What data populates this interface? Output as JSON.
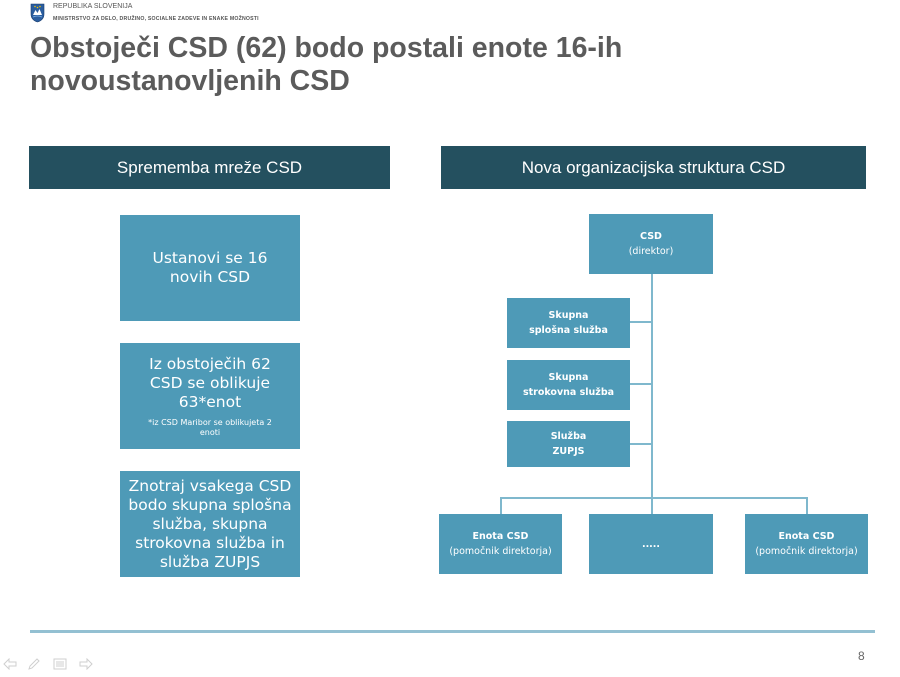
{
  "header": {
    "republic": "REPUBLIKA SLOVENIJA",
    "ministry": "MINISTRSTVO ZA DELO, DRUŽINO, SOCIALNE ZADEVE IN ENAKE MOŽNOSTI"
  },
  "slide": {
    "title_line1": "Obstoječi CSD (62) bodo postali enote 16-ih",
    "title_line2": "novoustanovljenih CSD",
    "page_number": "8"
  },
  "left": {
    "header": "Sprememba mreže CSD",
    "box1": {
      "line1": "Ustanovi se 16",
      "line2": "novih CSD"
    },
    "box2": {
      "line1": "Iz obstoječih 62",
      "line2": "CSD se oblikuje",
      "line3": "63*enot",
      "note1": "*iz CSD Maribor se oblikujeta 2",
      "note2": "enoti"
    },
    "box3": {
      "line1": "Znotraj vsakega CSD",
      "line2": "bodo skupna splošna",
      "line3": "služba, skupna",
      "line4": "strokovna služba in",
      "line5": "služba ZUPJS"
    }
  },
  "right": {
    "header": "Nova organizacijska struktura CSD",
    "top": {
      "title": "CSD",
      "sub": "(direktor)"
    },
    "svc1": {
      "l1": "Skupna",
      "l2": "splošna služba"
    },
    "svc2": {
      "l1": "Skupna",
      "l2": "strokovna služba"
    },
    "svc3": {
      "l1": "Služba",
      "l2": "ZUPJS"
    },
    "unit1": {
      "title": "Enota CSD",
      "sub": "(pomočnik direktorja)"
    },
    "unit2": {
      "title": "....."
    },
    "unit3": {
      "title": "Enota CSD",
      "sub": "(pomočnik direktorja)"
    }
  },
  "icons": [
    "slovenia-crest-icon",
    "prev-arrow-icon",
    "pen-icon",
    "menu-icon",
    "next-arrow-icon"
  ],
  "colors": {
    "header_bg": "#24505f",
    "box_bg": "#4e9ab7",
    "connector": "#7fb8cd",
    "title": "#5b5b5b"
  }
}
